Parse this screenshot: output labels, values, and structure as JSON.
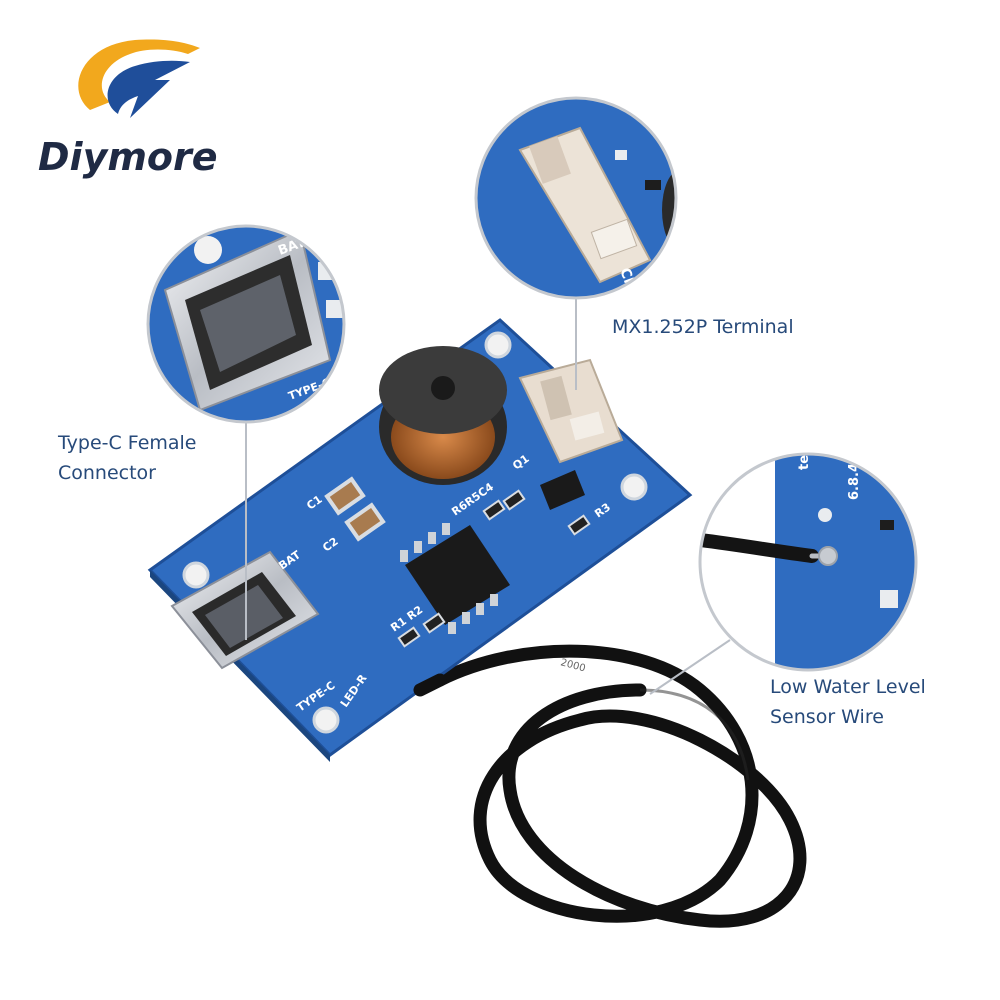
{
  "brand": {
    "name": "Diymore"
  },
  "callouts": {
    "typec": {
      "line1": "Type-C Female",
      "line2": "Connector"
    },
    "terminal": {
      "label": "MX1.252P Terminal"
    },
    "sensor": {
      "line1": "Low Water Level",
      "line2": "Sensor Wire"
    }
  },
  "board_markings": {
    "c1": "C1",
    "c2": "C2",
    "r6r5c4": "R6R5C4",
    "q1": "Q1",
    "r3": "R3",
    "r1r2": "R1 R2",
    "typec1": "TYPE-C",
    "typec2": "TYPE-C",
    "led": "LED-R",
    "bat": "BAT",
    "cnt": "CNT",
    "detection": "tection",
    "pins": "6.8.4",
    "cable": "2000"
  },
  "colors": {
    "board": "#2f6cc0",
    "board_dark": "#1e4f98",
    "accent_label": "#274a7a",
    "brand_orange": "#f2a81d",
    "brand_blue": "#1f4e9a",
    "connector_ivory": "#e8ddd0",
    "metal": "#c9ccd2"
  }
}
